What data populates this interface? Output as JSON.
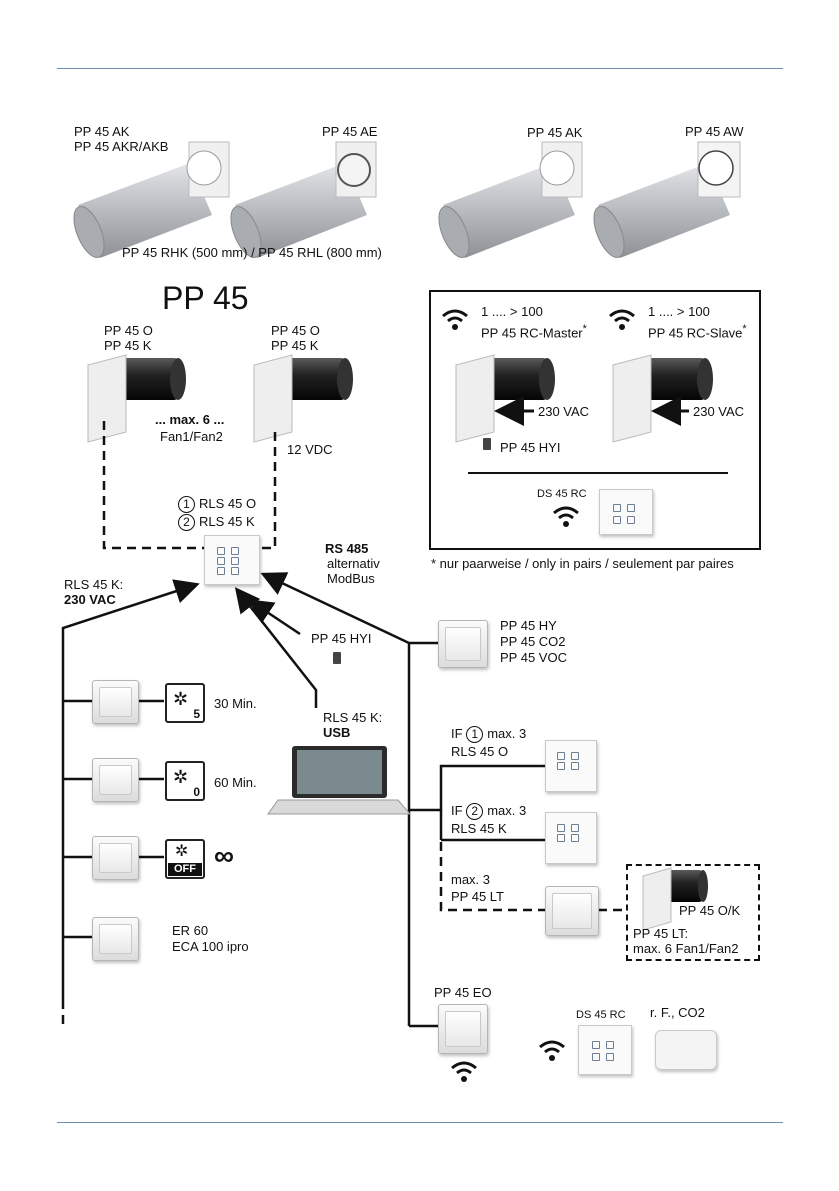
{
  "top_row": {
    "label_ak_akr": [
      "PP 45 AK",
      "PP 45 AKR/AKB"
    ],
    "label_ae": "PP 45 AE",
    "label_ak2": "PP 45 AK",
    "label_aw": "PP 45 AW",
    "pipes_caption": "PP 45 RHK (500 mm) / PP 45 RHL (800 mm)"
  },
  "main": {
    "title": "PP 45",
    "unit_left": [
      "PP 45 O",
      "PP 45 K"
    ],
    "unit_right": [
      "PP 45 O",
      "PP 45 K"
    ],
    "max_fans": "... max. 6 ...",
    "fan_types": "Fan1/Fan2",
    "voltage_12": "12 VDC",
    "rls_o": "RLS 45 O",
    "rls_k": "RLS 45 K",
    "circle_1": "1",
    "circle_2": "2",
    "rs485": "RS 485",
    "alternativ": "alternativ",
    "modbus": "ModBus",
    "rls_k_230_label": "RLS 45 K:",
    "rls_k_230_value": "230 VAC",
    "hyi_label": "PP 45 HYI",
    "usb_label": "RLS 45 K:",
    "usb_value": "USB"
  },
  "rc_box": {
    "master_count": "1 .... > 100",
    "master_label": "PP 45 RC-Master",
    "slave_count": "1 .... > 100",
    "slave_label": "PP 45 RC-Slave",
    "star": "*",
    "vac_left": "230 VAC",
    "vac_right": "230 VAC",
    "hyi": "PP 45 HYI",
    "ds": "DS 45 RC",
    "footnote": "* nur paarweise / only in pairs / seulement par paires"
  },
  "switches": {
    "s1_label": "30 Min.",
    "s1_num": "5",
    "s2_label": "60 Min.",
    "s2_num": "0",
    "s3_off": "OFF",
    "s3_symbol": "∞",
    "s4_labels": [
      "ER 60",
      "ECA 100 ipro"
    ]
  },
  "sensors": [
    "PP 45 HY",
    "PP 45 CO2",
    "PP 45 VOC"
  ],
  "right_chain": {
    "if1_prefix": "IF",
    "if1_circle": "1",
    "if1_max": "max. 3",
    "if1_name": "RLS 45 O",
    "if2_prefix": "IF",
    "if2_circle": "2",
    "if2_max": "max. 3",
    "if2_name": "RLS 45 K",
    "lt_max": "max. 3",
    "lt_name": "PP 45 LT",
    "ok_label": "PP 45 O/K",
    "lt_note_1": "PP 45 LT:",
    "lt_note_2": "max. 6 Fan1/Fan2"
  },
  "bottom": {
    "eo": "PP 45 EO",
    "ds": "DS 45 RC",
    "rf": "r. F., CO2"
  },
  "colors": {
    "rule": "#6f8db3",
    "pipe": "#b9bcc0",
    "unit_body": "#1d1d1d"
  }
}
